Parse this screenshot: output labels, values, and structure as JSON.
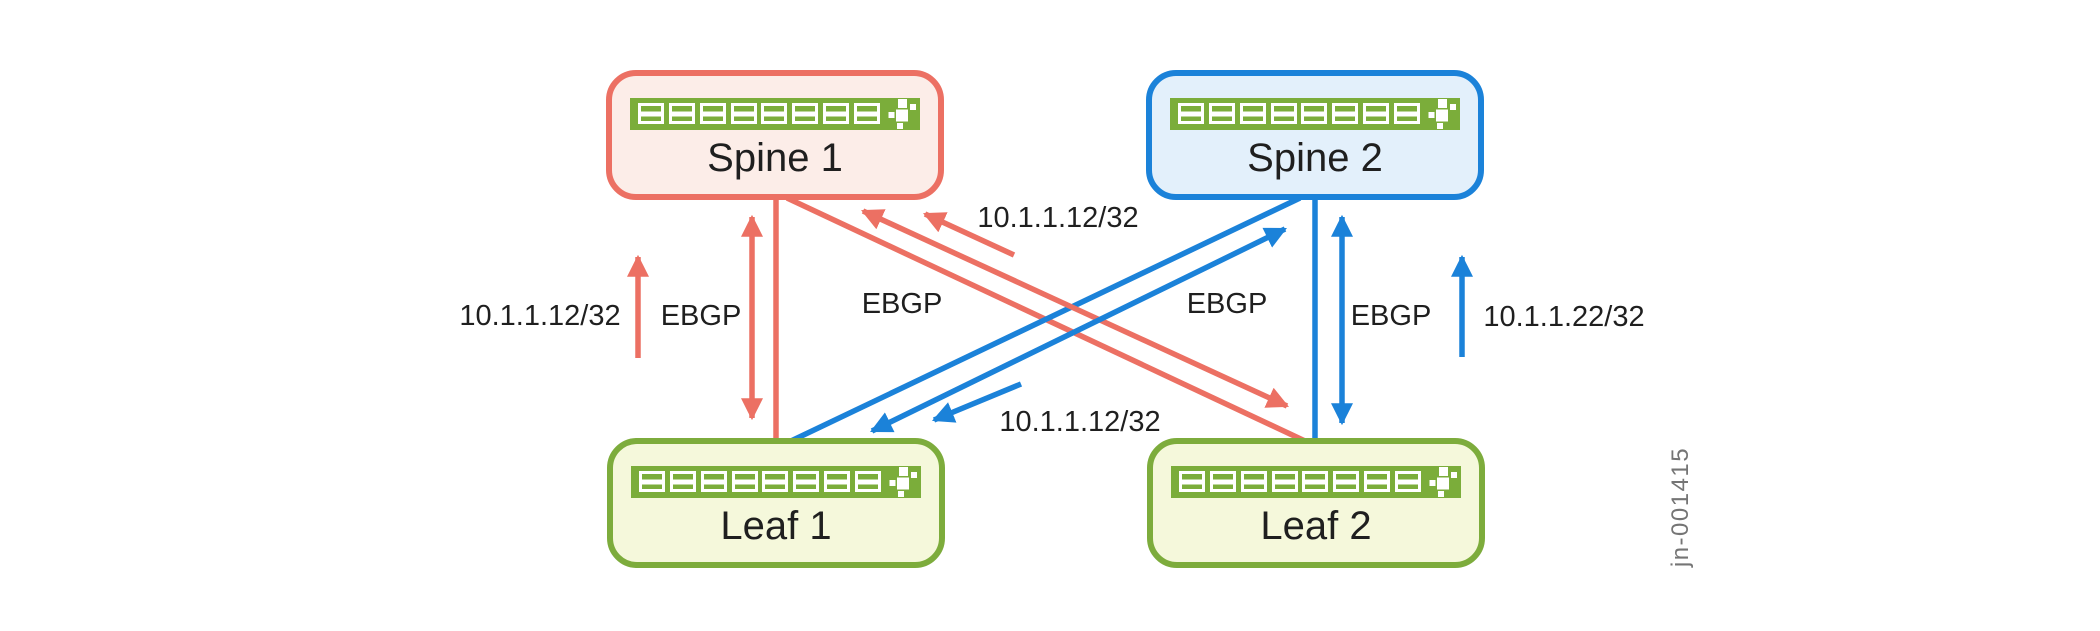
{
  "figure_id": "jn-001415",
  "colors": {
    "red": "#EC7063",
    "red_fill": "#FCEDE8",
    "blue": "#1B82D9",
    "blue_fill": "#E3F0FB",
    "green": "#7DAC3C",
    "green_fill": "#F5F8DB",
    "icon_green": "#7BAD3A",
    "label_text": "#1F1F1F",
    "figure_id_gray": "#757575"
  },
  "nodes": [
    {
      "id": "spine1",
      "type": "spine",
      "label": "Spine 1"
    },
    {
      "id": "spine2",
      "type": "spine",
      "label": "Spine 2"
    },
    {
      "id": "leaf1",
      "type": "leaf",
      "label": "Leaf 1"
    },
    {
      "id": "leaf2",
      "type": "leaf",
      "label": "Leaf 2"
    }
  ],
  "session_labels": {
    "spine1_leaf1": "EBGP",
    "spine1_leaf2": "EBGP",
    "spine2_leaf1": "EBGP",
    "spine2_leaf2": "EBGP"
  },
  "route_labels": {
    "left": "10.1.1.12/32",
    "top": "10.1.1.12/32",
    "bottom": "10.1.1.12/32",
    "right": "10.1.1.22/32"
  }
}
